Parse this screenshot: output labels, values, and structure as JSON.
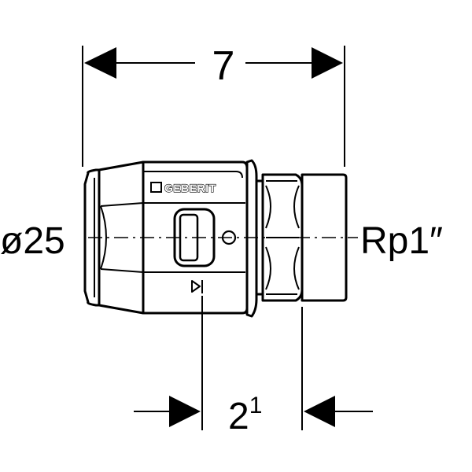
{
  "diagram": {
    "dimensions": {
      "overall_length": "7",
      "inner_offset": {
        "base": "2",
        "superscript": "1"
      },
      "pipe_diameter": "ø25",
      "thread": "Rp1″"
    },
    "brand_logo": "GEBERIT",
    "colors": {
      "line": "#000000",
      "background": "#ffffff"
    }
  }
}
